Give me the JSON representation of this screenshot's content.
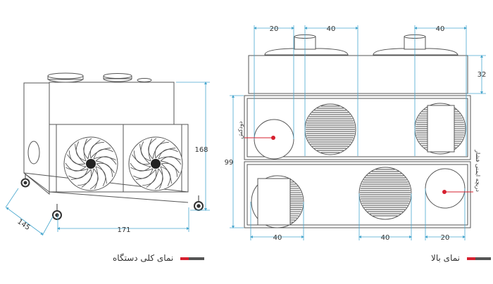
{
  "colors": {
    "line": "#555555",
    "dim": "#4aa8cf",
    "accent": "#d6202f",
    "caption_bar_gray": "#555555"
  },
  "left_view": {
    "caption": "نمای کلی دستگاه",
    "dims": {
      "height": "168",
      "width": "171",
      "depth": "145"
    }
  },
  "right_view": {
    "caption": "نمای بالا",
    "dims": {
      "top_a": "20",
      "top_b": "40",
      "top_c": "40",
      "right_top": "32",
      "left_height": "99",
      "bottom_a": "40",
      "bottom_b": "40",
      "bottom_c": "20"
    },
    "labels": {
      "port_left": "دودکش",
      "port_right": "دریچه ایمنی فشار"
    }
  },
  "icons": [
    "fan-icon",
    "wheel-icon",
    "red-marker-dot-icon"
  ]
}
